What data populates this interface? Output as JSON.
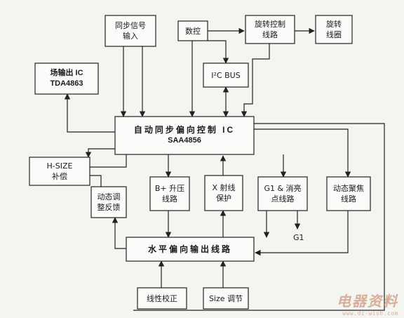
{
  "diagram": {
    "blocks": {
      "sync_input": [
        "同步信号",
        "输入"
      ],
      "numeric_ctrl": [
        "数控"
      ],
      "rotation_ctrl": [
        "旋转控制",
        "线路"
      ],
      "rotation_coil": [
        "旋转",
        "线圈"
      ],
      "field_ic": [
        "场输出 IC",
        "TDA4863"
      ],
      "i2c_bus": [
        "I²C BUS"
      ],
      "main_ic": [
        "自动同步偏向控制 IC",
        "SAA4856"
      ],
      "hsize": [
        "H-SIZE",
        "补偿"
      ],
      "dynamic_adjust": [
        "动态调",
        "整反馈"
      ],
      "b_plus": [
        "B+ 升压",
        "线路"
      ],
      "xray": [
        "X 射线",
        "保护"
      ],
      "g1_blank": [
        "G1 & 消亮",
        "点线路"
      ],
      "dynamic_focus": [
        "动态聚焦",
        "线路"
      ],
      "horizontal_out": [
        "水平偏向输出线路"
      ],
      "linearity": [
        "线性校正"
      ],
      "size_adjust": [
        "Size 调节"
      ]
    },
    "g1_output_label": "G1"
  },
  "watermark": {
    "text": "电器资料",
    "url": "www.dz-wish.com"
  }
}
